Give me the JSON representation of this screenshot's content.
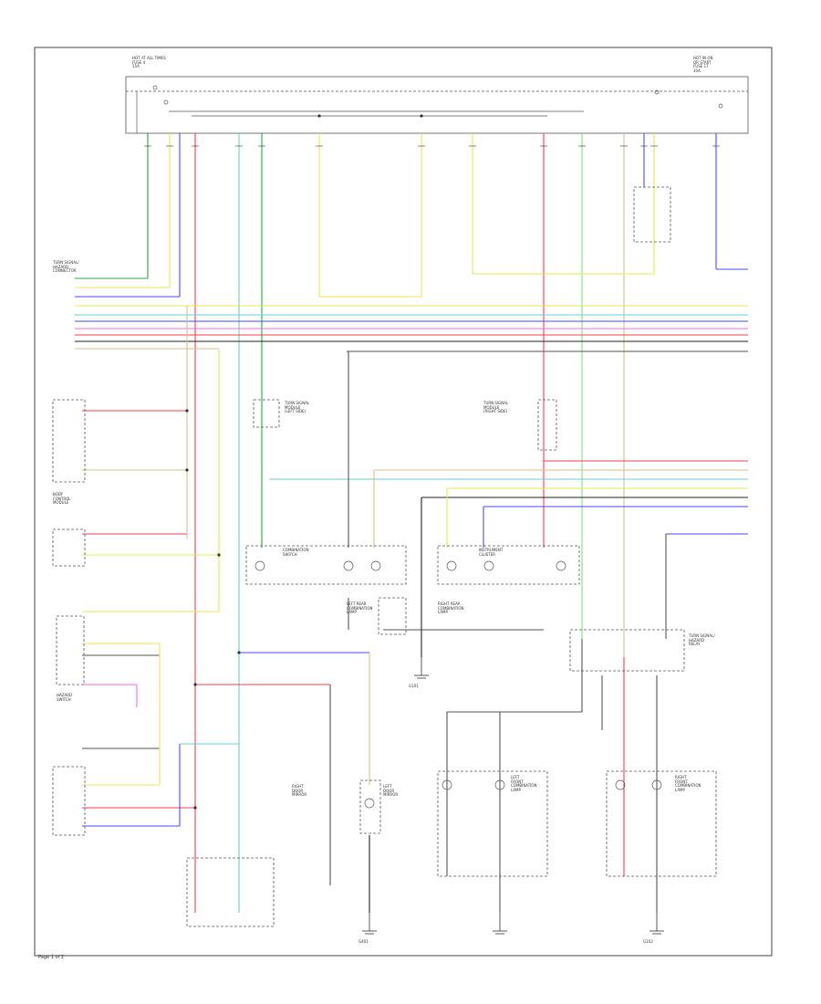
{
  "footer": "Page 1 of 2",
  "colors": {
    "green": "#27a844",
    "yellow": "#e8e850",
    "blue": "#4a4aff",
    "red": "#ff3b4f",
    "pink": "#ff66dd",
    "cyan": "#6ecfcf",
    "gray": "#a0a0a0",
    "tan": "#d8c08a",
    "black": "#222222",
    "light_green": "#7fe07f"
  },
  "labels": {
    "fuse_left": "HOT AT ALL TIMES\nFUSE 4\n15A",
    "fuse_right": "HOT IN ON\nOR START\nFUSE 17\n10A",
    "turn_hazard_connector": "TURN SIGNAL/\nHAZARD\nCONNECTOR",
    "combination_switch": "COMBINATION\nSWITCH",
    "turn_signal_left_module": "TURN SIGNAL\nMODULE\n(LEFT SIDE)",
    "turn_signal_right_module": "TURN SIGNAL\nMODULE\n(RIGHT SIDE)",
    "instrument_cluster": "INSTRUMENT\nCLUSTER",
    "left_rear_combo": "LEFT REAR\nCOMBINATION\nLAMP",
    "right_rear_combo": "RIGHT REAR\nCOMBINATION\nLAMP",
    "left_front_combo": "LEFT\nFRONT\nCOMBINATION\nLAMP",
    "right_front_combo": "RIGHT\nFRONT\nCOMBINATION\nLAMP",
    "hazard_switch": "HAZARD\nSWITCH",
    "turn_hazard_relay": "TURN SIGNAL/\nHAZARD\nRELAY",
    "left_mirror": "LEFT\nDOOR\nMIRROR",
    "right_mirror": "RIGHT\nDOOR\nMIRROR",
    "ground_left": "G101",
    "ground_center": "G401",
    "ground_right": "G102",
    "body_control": "BODY\nCONTROL\nMODULE"
  }
}
